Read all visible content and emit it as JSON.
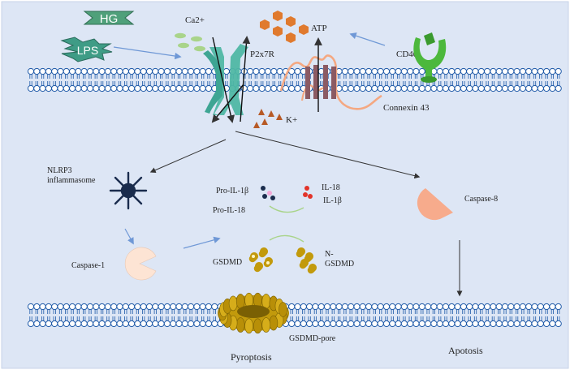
{
  "labels": {
    "hg": "HG",
    "lps": "LPS",
    "ca": "Ca2+",
    "p2x7r": "P2x7R",
    "atp": "ATP",
    "cd40": "CD40",
    "connexin": "Connexin 43",
    "k": "K+",
    "nlrp3_line1": "NLRP3",
    "nlrp3_line2": "inflammasome",
    "pro_il1b": "Pro-IL-1β",
    "pro_il18": "Pro-IL-18",
    "il18": "IL-18",
    "il1b": "IL-1β",
    "caspase8": "Caspase-8",
    "caspase1": "Caspase-1",
    "gsdmd": "GSDMD",
    "n_gsdmd_line1": "N-",
    "n_gsdmd_line2": "GSDMD",
    "gsdmd_pore": "GSDMD-pore",
    "pyroptosis": "Pyroptosis",
    "apoptosis": "Apotosis"
  },
  "colors": {
    "background": "#dde6f5",
    "membrane_stroke": "#1f5aa8",
    "membrane_fill": "#ffffff",
    "hg_fill": "#4fa07a",
    "lps_fill": "#3f9c86",
    "calcium": "#a9d48a",
    "p2x7r": "#4fb7a4",
    "atp": "#e07a2e",
    "cd40": "#4cb83c",
    "connexin_wave": "#f4a882",
    "connexin_bar": "#8b5a63",
    "potassium": "#b75a26",
    "nlrp3": "#1a2c4d",
    "caspase8": "#f7ab8c",
    "caspase1": "#fde4d4",
    "gsdmd": "#c29a0c",
    "arrow_blue": "#6f98d6",
    "arrow_dark": "#333333"
  }
}
